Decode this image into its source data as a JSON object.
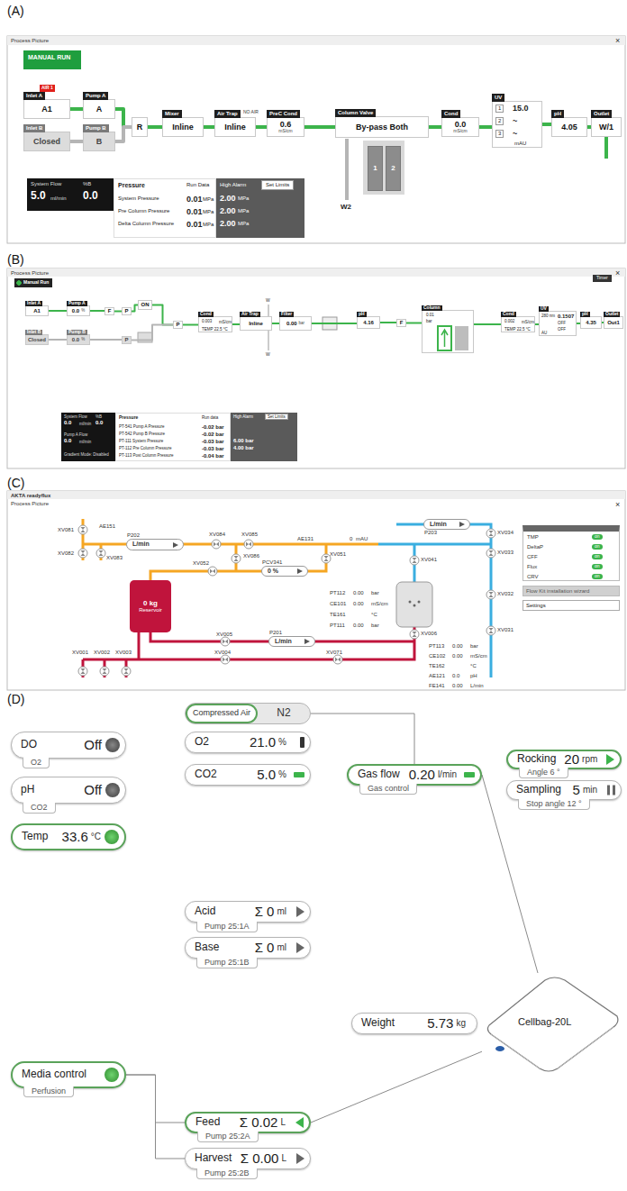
{
  "diagram": {
    "nodes": [
      {
        "text": [
          "Inlet A",
          "A1"
        ]
      },
      {
        "text": [
          "Pump A",
          "A"
        ]
      },
      {
        "text": [
          "Inlet B",
          "Closed"
        ]
      },
      {
        "text": [
          "Pump B",
          "B"
        ]
      },
      {
        "text": [
          "R"
        ]
      },
      {
        "text": [
          "Mixer",
          "Inline"
        ]
      },
      {
        "text": [
          "Air Trap",
          "Inline"
        ]
      },
      {
        "text": [
          "PreC Cond",
          "0.6",
          "mS/cm"
        ]
      },
      {
        "text": [
          "Column Valve",
          "By-pass Both"
        ]
      },
      {
        "text": [
          "1"
        ]
      },
      {
        "text": [
          "2"
        ]
      },
      {
        "text": [
          "Cond",
          "0.0",
          "mS/cm"
        ]
      },
      {
        "text": [
          "UV",
          "1",
          "15.0",
          "2",
          "~",
          "3",
          "~",
          "mAU"
        ]
      },
      {
        "text": [
          "pH",
          "4.05"
        ]
      },
      {
        "text": [
          "Outlet",
          "W/1"
        ]
      },
      {
        "text": [
          "System Flow",
          "%B",
          "5.0",
          "ml/min",
          "0.0"
        ]
      },
      {
        "text": [
          "Pressure",
          "Run Data",
          "System Pressure",
          "0.01",
          "MPa",
          "Pre Column Pressure",
          "0.01",
          "MPa",
          "Delta Column Pressure",
          "0.01",
          "MPa"
        ]
      },
      {
        "text": [
          "High Alarm",
          "Set Limits",
          "2.00",
          "MPa",
          "2.00",
          "MPa",
          "2.00",
          "MPa"
        ]
      },
      {
        "text": [
          "Inlet A",
          "A1"
        ]
      },
      {
        "text": [
          "Pump A",
          "0.0",
          "%"
        ]
      },
      {
        "text": [
          "F"
        ]
      },
      {
        "text": [
          "P"
        ]
      },
      {
        "text": [
          "ON"
        ]
      },
      {
        "text": [
          "Inlet B",
          "Closed"
        ]
      },
      {
        "text": [
          "Pump B",
          "0.0",
          "%"
        ]
      },
      {
        "text": [
          "P"
        ]
      },
      {
        "text": [
          "P"
        ]
      },
      {
        "text": [
          "Cond",
          "0.003",
          "mS/cm",
          "TEMP 22.5 °C"
        ]
      },
      {
        "text": [
          "Air Trap",
          "Inline"
        ]
      },
      {
        "text": [
          "Filter",
          "0.00",
          "bar"
        ]
      },
      {
        "text": [
          "pH",
          "4.16"
        ]
      },
      {
        "text": [
          "F"
        ]
      },
      {
        "text": [
          "Column",
          "0.01",
          "bar"
        ]
      },
      {
        "text": [
          "Cond",
          "0.002",
          "mS/cm",
          "TEMP 22.5 °C"
        ]
      },
      {
        "text": [
          "UV",
          "280 nm",
          "0.1507",
          "OFF",
          "OFF",
          "AU"
        ]
      },
      {
        "text": [
          "pH",
          "4.35"
        ]
      },
      {
        "text": [
          "Outlet",
          "Out1"
        ]
      },
      {
        "text": [
          "System Flow",
          "%B",
          "0.0",
          "ml/min",
          "0.0",
          "Pump A Flow",
          "0.0",
          "ml/min",
          "Gradient Mode: Disabled"
        ]
      },
      {
        "text": [
          "Pressure",
          "Run data",
          "PT-541 Pump A Pressure",
          "-0.02 bar",
          "PT-542 Pump B Pressure",
          "-0.02 bar",
          "PT-111 System Pressure",
          "-0.03 bar",
          "PT-112 Pre Column Pressure",
          "-0.03 bar",
          "PT-113 Post Column Pressure",
          "-0.04 bar"
        ]
      },
      {
        "text": [
          "High Alarm",
          "Set Limits",
          "6.00 bar",
          "4.00 bar"
        ]
      },
      {
        "text": [
          "P202",
          "L/min"
        ]
      },
      {
        "text": [
          "PCV341",
          "0 %"
        ]
      },
      {
        "text": [
          "L/min",
          "P203"
        ]
      },
      {
        "text": [
          "0 kg",
          "Reservoir"
        ]
      },
      {
        "text": [
          "P201",
          "L/min"
        ]
      },
      {
        "text": [
          "TMP",
          "on",
          "DeltaP",
          "on",
          "CFF",
          "on",
          "Flux",
          "on",
          "CRV",
          "on"
        ]
      },
      {
        "text": [
          "Flow Kit installation wizard"
        ]
      },
      {
        "text": [
          "Settings"
        ]
      },
      {
        "text": [
          "DO",
          "Off",
          "O2"
        ]
      },
      {
        "text": [
          "pH",
          "Off",
          "CO2"
        ]
      },
      {
        "text": [
          "Temp",
          "33.6",
          "°C"
        ]
      },
      {
        "text": [
          "Compressed Air",
          "N2"
        ]
      },
      {
        "text": [
          "O2",
          "21.0",
          "%"
        ]
      },
      {
        "text": [
          "CO2",
          "5.0",
          "%"
        ]
      },
      {
        "text": [
          "Gas flow",
          "0.20",
          "l/min",
          "Gas control"
        ]
      },
      {
        "text": [
          "Rocking",
          "20",
          "rpm",
          "Angle 6 °"
        ]
      },
      {
        "text": [
          "Sampling",
          "5",
          "min",
          "Stop angle 12 °"
        ]
      },
      {
        "text": [
          "Acid",
          "Σ 0",
          "ml",
          "Pump 25:1A"
        ]
      },
      {
        "text": [
          "Base",
          "Σ 0",
          "ml",
          "Pump 25:1B"
        ]
      },
      {
        "text": [
          "Weight",
          "5.73",
          "kg"
        ]
      },
      {
        "text": [
          "Cellbag-20L"
        ]
      },
      {
        "text": [
          "Media control",
          "Perfusion"
        ]
      },
      {
        "text": [
          "Feed",
          "Σ 0.02",
          "L",
          "Pump 25:2A"
        ]
      },
      {
        "text": [
          "Harvest",
          "Σ 0.00",
          "L",
          "Pump 25:2B"
        ]
      }
    ],
    "edges": [
      {
        "from": 0,
        "to": 1,
        "arrow": "none"
      },
      {
        "from": 1,
        "to": 4,
        "arrow": "none"
      },
      {
        "from": 2,
        "to": 3,
        "arrow": "none"
      },
      {
        "from": 3,
        "to": 4,
        "arrow": "none"
      },
      {
        "from": 4,
        "to": 5,
        "arrow": "none"
      },
      {
        "from": 5,
        "to": 6,
        "arrow": "none"
      },
      {
        "from": 6,
        "to": 7,
        "arrow": "none"
      },
      {
        "from": 7,
        "to": 8,
        "arrow": "none"
      },
      {
        "from": 8,
        "to": 11,
        "arrow": "none"
      },
      {
        "from": 11,
        "to": 12,
        "arrow": "none"
      },
      {
        "from": 12,
        "to": 13,
        "arrow": "none"
      },
      {
        "from": 13,
        "to": 14,
        "arrow": "none"
      },
      {
        "from": 18,
        "to": 19,
        "arrow": "none"
      },
      {
        "from": 19,
        "to": 20,
        "arrow": "none"
      },
      {
        "from": 20,
        "to": 21,
        "arrow": "none"
      },
      {
        "from": 21,
        "to": 22,
        "arrow": "none"
      },
      {
        "from": 23,
        "to": 24,
        "arrow": "none"
      },
      {
        "from": 24,
        "to": 25,
        "arrow": "none"
      },
      {
        "from": 22,
        "to": 26,
        "arrow": "none"
      },
      {
        "from": 25,
        "to": 26,
        "arrow": "none"
      },
      {
        "from": 26,
        "to": 27,
        "arrow": "none"
      },
      {
        "from": 27,
        "to": 28,
        "arrow": "none"
      },
      {
        "from": 28,
        "to": 29,
        "arrow": "none"
      },
      {
        "from": 29,
        "to": 30,
        "arrow": "none"
      },
      {
        "from": 30,
        "to": 31,
        "arrow": "none"
      },
      {
        "from": 31,
        "to": 32,
        "arrow": "none"
      },
      {
        "from": 32,
        "to": 33,
        "arrow": "none"
      },
      {
        "from": 33,
        "to": 34,
        "arrow": "none"
      },
      {
        "from": 34,
        "to": 35,
        "arrow": "none"
      },
      {
        "from": 35,
        "to": 36,
        "arrow": "none"
      },
      {
        "from": 51,
        "to": 54,
        "arrow": "none"
      },
      {
        "from": 54,
        "to": 60,
        "arrow": "none"
      },
      {
        "from": 61,
        "to": 62,
        "arrow": "none"
      },
      {
        "from": 61,
        "to": 63,
        "arrow": "none"
      },
      {
        "from": 62,
        "to": 60,
        "arrow": "none"
      }
    ],
    "labels": [
      "(A)",
      "Process Picture",
      "×",
      "MANUAL RUN",
      "AIR 1",
      "NO AIR",
      "W2",
      "(B)",
      "Process Picture",
      "×",
      "Manual Run",
      "Timer",
      "W",
      "W",
      "(C)",
      "AKTA readyflux",
      "Process Picture",
      "×",
      "XV081",
      "AE151",
      "XV082",
      "XV083",
      "XV084",
      "XV085",
      "XV086",
      "XV052",
      "XV051",
      "XV041",
      "AE131",
      "0",
      "mAU",
      "XV034",
      "XV033",
      "PT112",
      "0.00",
      "bar",
      "CE101",
      "0.00",
      "mS/cm",
      "TE161",
      "°C",
      "PT111",
      "0.00",
      "bar",
      "XV032",
      "XV005",
      "XV006",
      "XV001",
      "XV002",
      "XV003",
      "XV004",
      "XV071",
      "XV031",
      "PT113",
      "0.00",
      "bar",
      "CE102",
      "0.00",
      "mS/cm",
      "TE162",
      "°C",
      "AE121",
      "0.0",
      "pH",
      "FE141",
      "0.00",
      "L/min",
      "(D)"
    ]
  }
}
